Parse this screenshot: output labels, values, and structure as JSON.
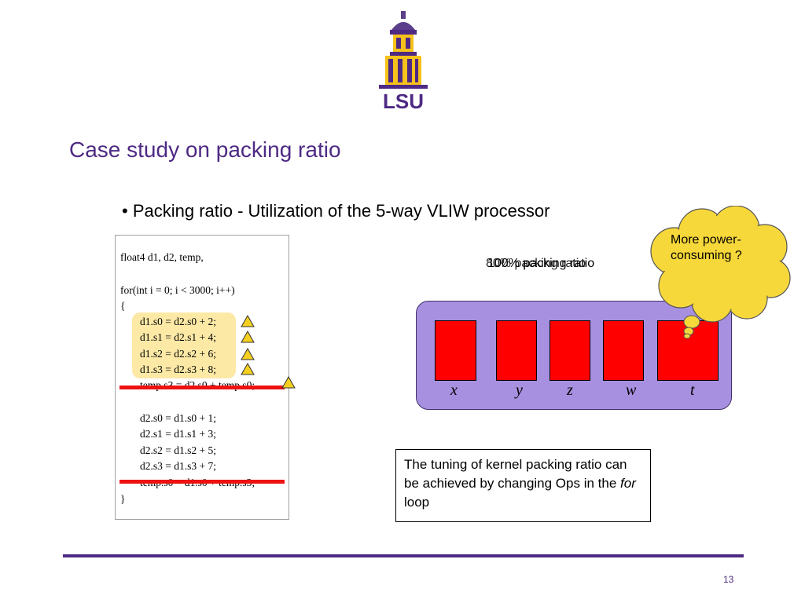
{
  "slide": {
    "logo_text": "LSU",
    "title": "Case study on packing ratio",
    "bullet": "• Packing ratio - Utilization of the 5-way VLIW processor",
    "code_lines": [
      "float4 d1, d2, temp,",
      "",
      "for(int i = 0; i < 3000; i++)",
      "{",
      "d1.s0 = d2.s0 + 2;",
      "d1.s1 = d2.s1 + 4;",
      "d1.s2 = d2.s2 + 6;",
      "d1.s3 = d2.s3 + 8;",
      "temp.s3 = d2.s0 + temp.s0;",
      "",
      "d2.s0 = d1.s0 + 1;",
      "d2.s1 = d1.s1 + 3;",
      "d2.s2 = d1.s2 + 5;",
      "d2.s3 = d1.s3 + 7;",
      "temp.s0 = d1.s0 + temp.s3;",
      "}"
    ],
    "packing_label_a": "100% packing ratio",
    "packing_label_b": "80% packing ratio",
    "vliw_slots": [
      "x",
      "y",
      "z",
      "w",
      "t"
    ],
    "cloud_text": "More power-consuming ?",
    "note_pre": "The tuning of kernel packing ratio can be achieved by changing Ops in the ",
    "note_italic": "for",
    "note_post": " loop",
    "page_number": "13"
  },
  "colors": {
    "title": "#4e2a84",
    "slot": "#ff0000",
    "vliw_bg": "#a890e0",
    "cloud": "#f7d83a",
    "highlight": "#fde9a6",
    "strike": "#ee1111",
    "triangle": "#f5d020"
  }
}
